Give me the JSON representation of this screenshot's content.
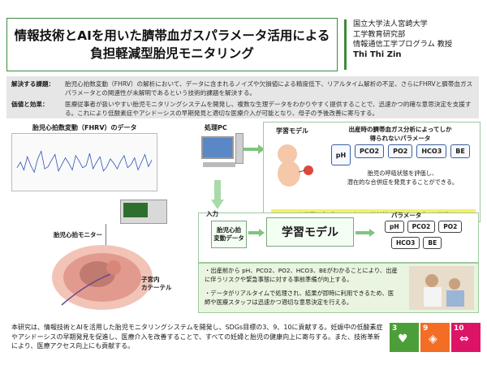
{
  "title": {
    "line1": "情報技術とAIを用いた臍帯血ガスパラメータ活用による",
    "line2": "負担軽減型胎児モニタリング"
  },
  "author": {
    "university": "国立大学法人宮崎大学",
    "department": "工学教育研究部",
    "program": "情報通信工学プログラム 教授",
    "name": "Thi Thi Zin"
  },
  "issue": {
    "problem_label": "解決する課題：",
    "problem_text": "胎児心拍数変動（FHRV）の解析において、データに含まれるノイズや欠損値による精度低下、リアルタイム解析の不足、さらにFHRVと臍帯血ガスパラメータとの関連性が未解明であるという技術的課題を解決する。",
    "value_label": "価値と効果：",
    "value_text": "医療従事者が扱いやすい胎児モニタリングシステムを開発し、複数な生理データをわかりやすく提供することで、迅速かつ的確な意思決定を支援する。これにより低酸素症やアシドーシスの早期発見と適切な医療介入が可能となり、母子の予後改善に寄与する。"
  },
  "left": {
    "fhrv_caption": "胎児心拍数変動（FHRV）のデータ",
    "monitor_label": "胎児心拍モニター",
    "cable_label": "子宮内\nカテーテル"
  },
  "pc_label": "処理PC",
  "learning": {
    "model_label": "学習モデル",
    "heading": "出産時の臍帯血ガス分析によってしか\n得られないパラメータ",
    "params": [
      "pH",
      "PCO2",
      "PO2",
      "HCO3",
      "BE"
    ],
    "note": "胎児の呼吸状態を評価し、\n潜在的な合併症を発見することができる。",
    "footer": "心電図と各パラメータとの関係性を組みたモデルを開発"
  },
  "model": {
    "input_label": "入力",
    "input_text": "胎児心拍\n変動データ",
    "main_label": "学習モデル",
    "output_label": "パラメータ",
    "out_row1": [
      "pH",
      "PCO2",
      "PO2"
    ],
    "out_row2": [
      "HCO3",
      "BE"
    ]
  },
  "benefits": [
    "・出産前から pH、PCO2、PO2、HCO3、BEがわかることにより、出産に伴うリスクや緊急事態に対する事前準備が向上する。",
    "・データがリアルタイムで処理され、結果が即時に利用できるため、医師や医療スタッフは迅速かつ適切な意思決定を行える。"
  ],
  "summary": "本研究は、情報技術とAIを活用した胎児モニタリングシステムを開発し、SDGs目標の3、9、10に貢献する。妊娠中の低酸素症やアシドーシスの早期発見を促進し、医療介入を改善することで、すべての妊婦と胎児の健康向上に寄与する。また、技術革新により、医療アクセス向上にも貢献する。",
  "sdgs": [
    {
      "num": "3",
      "glyph": "♥",
      "color": "#4c9f38"
    },
    {
      "num": "9",
      "glyph": "◈",
      "color": "#f36d25"
    },
    {
      "num": "10",
      "glyph": "⇔",
      "color": "#dd1367"
    }
  ],
  "chart_data": {
    "type": "line",
    "title": "",
    "xlabel": "",
    "ylabel": "",
    "series": [
      {
        "values": [
          140,
          145,
          138,
          150,
          142,
          136,
          148,
          155,
          139,
          141,
          147,
          152,
          137,
          143,
          149,
          144,
          138,
          151,
          146,
          140,
          142,
          153,
          139,
          145,
          150,
          137,
          141,
          148,
          144,
          139,
          146,
          151,
          140,
          143,
          149,
          138,
          145,
          152,
          141,
          147
        ]
      }
    ]
  }
}
